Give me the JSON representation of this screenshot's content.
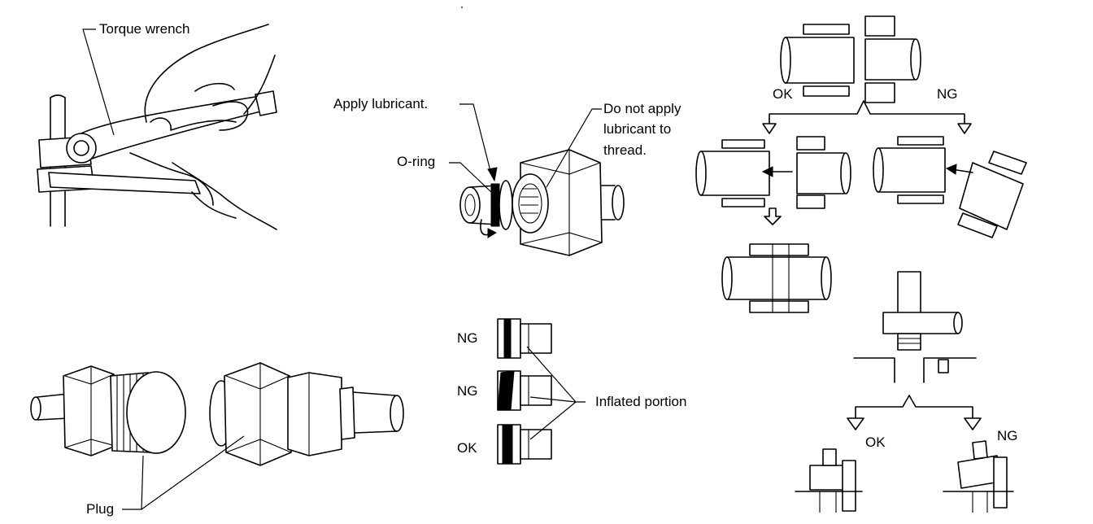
{
  "labels": {
    "torque_wrench": "Torque wrench",
    "apply_lubricant": "Apply lubricant.",
    "o_ring": "O-ring",
    "do_not_apply_line1": "Do not apply",
    "do_not_apply_line2": "lubricant to",
    "do_not_apply_line3": "thread.",
    "plug": "Plug",
    "inflated_portion": "Inflated portion",
    "oring_ng_1": "NG",
    "oring_ng_2": "NG",
    "oring_ok": "OK",
    "connector_ok": "OK",
    "connector_ng": "NG",
    "bracket_ok": "OK",
    "bracket_ng": "NG"
  }
}
